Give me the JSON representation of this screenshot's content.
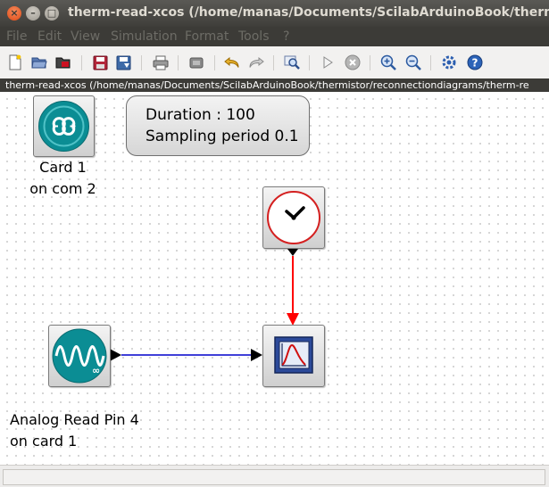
{
  "window": {
    "title": "therm-read-xcos (/home/manas/Documents/ScilabArduinoBook/thermis",
    "path": "therm-read-xcos (/home/manas/Documents/ScilabArduinoBook/thermistor/reconnectiondiagrams/therm-re"
  },
  "menu": {
    "items": [
      "File",
      "Edit",
      "View",
      "Simulation",
      "Format",
      "Tools",
      "?"
    ]
  },
  "toolbar": {
    "icons": [
      "new-diagram-icon",
      "open-icon",
      "open-in-scilab-icon",
      "save-icon",
      "save-as-icon",
      "print-icon",
      "delete-icon",
      "undo-icon",
      "redo-icon",
      "fit-diagram-icon",
      "start-icon",
      "stop-icon",
      "zoom-in-icon",
      "zoom-out-icon",
      "xcos-demos-icon",
      "help-icon"
    ]
  },
  "diagram": {
    "card_block": {
      "label_line1": "Card 1",
      "label_line2": "on com 2"
    },
    "info_box": {
      "line1": "Duration : 100",
      "line2": "Sampling period 0.1"
    },
    "analog_block": {
      "label_line1": "Analog Read Pin 4",
      "label_line2": "on card 1",
      "logo_text": "∞"
    },
    "clock_block": {},
    "scope_block": {},
    "colors": {
      "activation_link": "#ff0000",
      "data_link": "#0000cc"
    }
  }
}
